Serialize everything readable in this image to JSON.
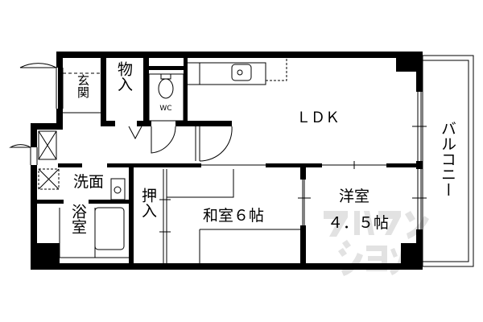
{
  "rooms": {
    "genkan": "玄関",
    "closet": "物入",
    "wc": "WC",
    "ldk": "ＬＤＫ",
    "washroom": "洗面",
    "bathroom": "浴室",
    "oshiire": "押入",
    "washitsu": "和室６帖",
    "youshitsu": "洋室",
    "youshitsu_size": "４．５帖",
    "balcony": "バルコニー"
  },
  "watermark": "アパマンショップ",
  "colors": {
    "wall": "#000000",
    "background": "#ffffff",
    "watermark": "#d9d9d9"
  }
}
